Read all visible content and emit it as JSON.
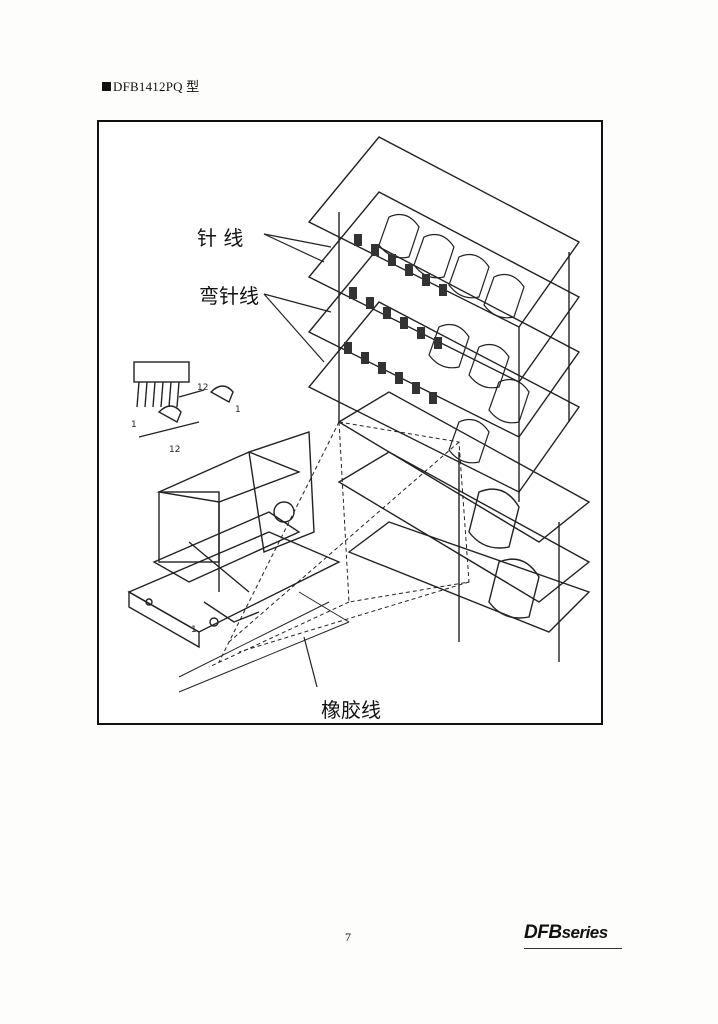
{
  "header": {
    "model": "DFB1412PQ 型"
  },
  "figure": {
    "labels": {
      "needle_thread": "针 线",
      "looper_thread": "弯针线",
      "elastic_thread": "橡胶线"
    },
    "inset_numbers": [
      "12",
      "1",
      "12",
      "1",
      "1",
      "12"
    ]
  },
  "footer": {
    "page_number": "7",
    "brand_main": "DFB",
    "brand_suffix": "series"
  }
}
